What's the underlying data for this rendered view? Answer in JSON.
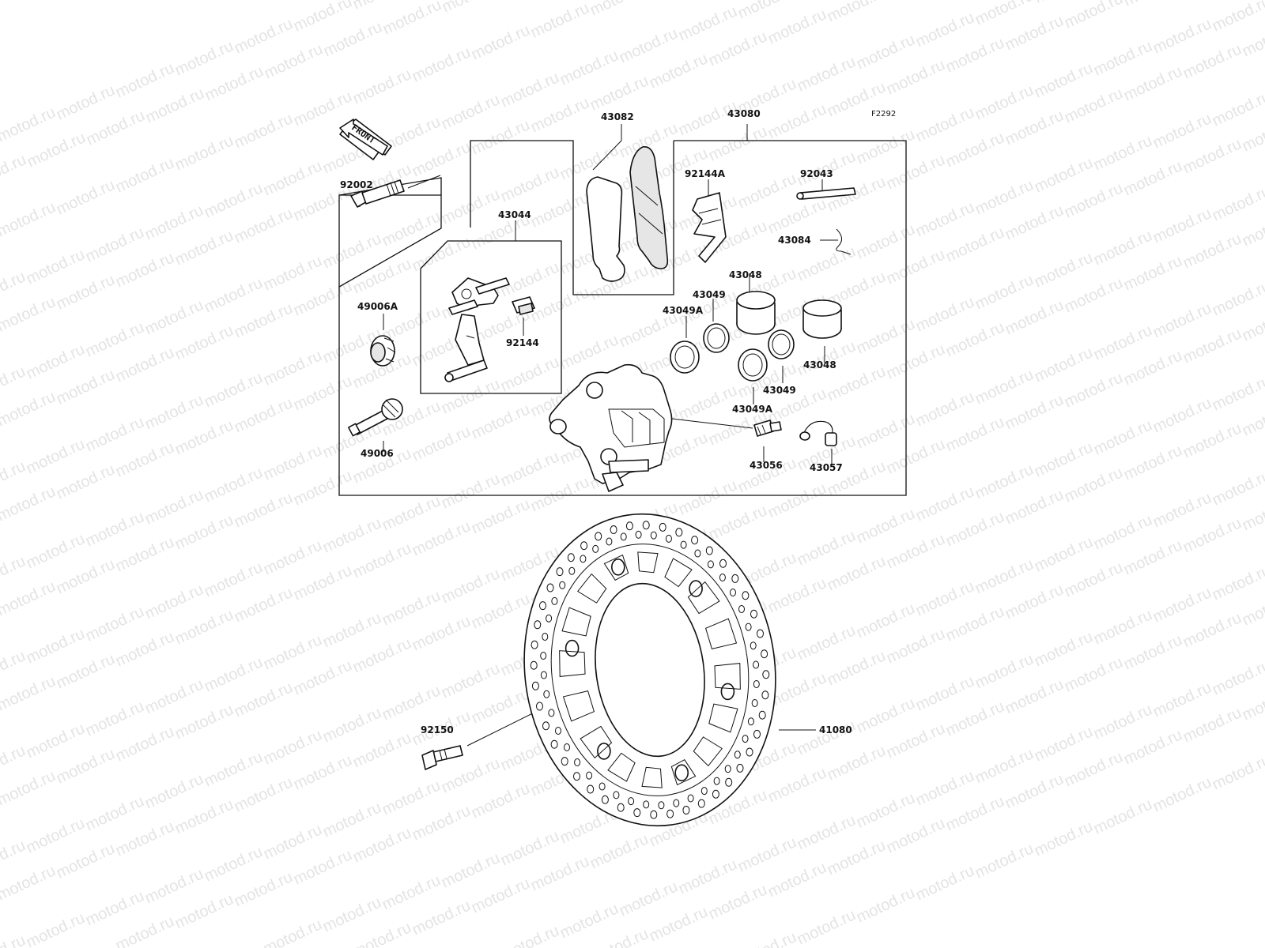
{
  "diagram": {
    "code": "F2292",
    "watermark": "motod.ru",
    "front_label": "FRONT",
    "labels": {
      "p43082": "43082",
      "p43080": "43080",
      "p92002": "92002",
      "p43044": "43044",
      "p92144A": "92144A",
      "p92043": "92043",
      "p43084": "43084",
      "p43048_top": "43048",
      "p43049_top": "43049",
      "p43049A_top": "43049A",
      "p49006A": "49006A",
      "p92144": "92144",
      "p43048_right": "43048",
      "p43049_bottom": "43049",
      "p43049A_bottom": "43049A",
      "p49006": "49006",
      "p43056": "43056",
      "p43057": "43057",
      "p92150": "92150",
      "p41080": "41080"
    }
  }
}
